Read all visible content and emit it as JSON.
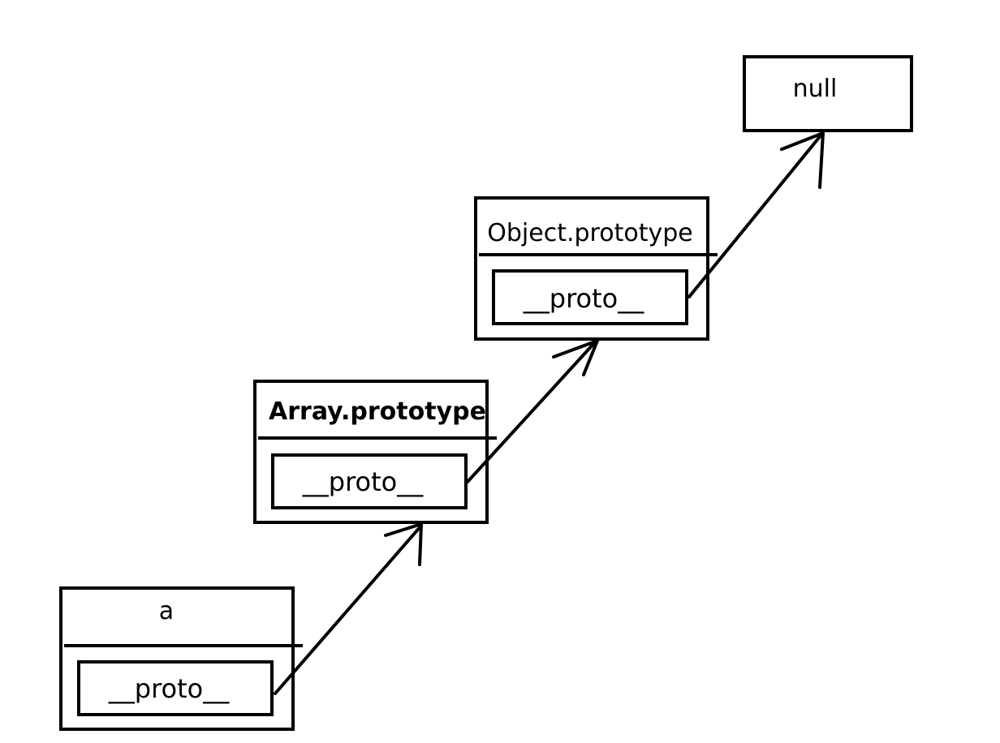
{
  "diagram": {
    "nodes": [
      {
        "id": "a",
        "title": "a",
        "title_bold": false,
        "slot": "__proto__"
      },
      {
        "id": "array-prototype",
        "title": "Array.prototype",
        "title_bold": true,
        "slot": "__proto__"
      },
      {
        "id": "object-prototype",
        "title": "Object.prototype",
        "title_bold": false,
        "slot": "__proto__"
      },
      {
        "id": "null",
        "title": "null"
      }
    ],
    "edges": [
      {
        "from": "a",
        "to": "array-prototype"
      },
      {
        "from": "array-prototype",
        "to": "object-prototype"
      },
      {
        "from": "object-prototype",
        "to": "null"
      }
    ],
    "colors": {
      "stroke": "#000000",
      "background": "#ffffff"
    }
  }
}
